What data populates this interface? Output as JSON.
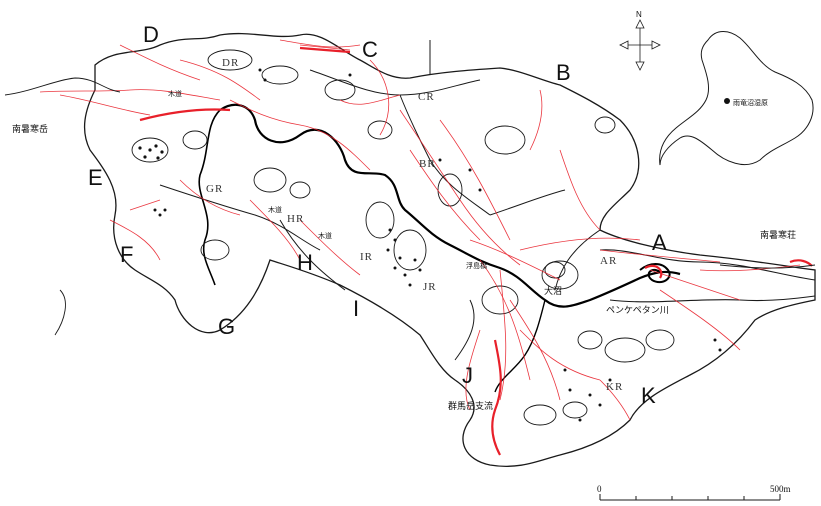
{
  "map": {
    "compass": {
      "north_label": "N"
    },
    "inset": {
      "label": "雨竜沼湿原"
    },
    "scale": {
      "zero_label": "0",
      "end_label": "500m"
    },
    "zone_letters": [
      "A",
      "B",
      "C",
      "D",
      "E",
      "F",
      "G",
      "H",
      "I",
      "J",
      "K"
    ],
    "region_codes": [
      "DR",
      "CR",
      "BR",
      "GR",
      "HR",
      "IR",
      "JR",
      "AR",
      "KR"
    ],
    "places": {
      "nansho_dake": "南暑寒岳",
      "nansho_so": "南暑寒荘",
      "mokudo_1": "木道",
      "mokudo_2": "木道",
      "mokudo_3": "木道",
      "ukishima_bashi": "浮島橋",
      "onuma": "大沼",
      "penke_petan_river": "ペンケペタン川",
      "gumma_dake_shiryu": "群馬岳支流"
    },
    "colors": {
      "trail_red": "#e8202a",
      "outline": "#1a1a1a",
      "river": "#000000"
    }
  }
}
